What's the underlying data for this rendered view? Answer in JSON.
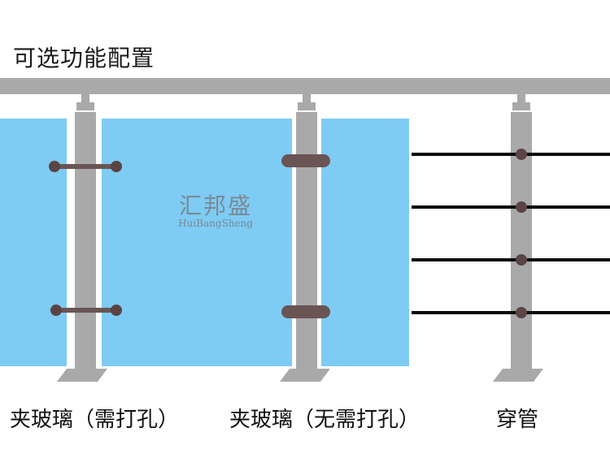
{
  "title": "可选功能配置",
  "watermark": {
    "cn": "汇邦盛",
    "en": "HuiBangSheng"
  },
  "labels": {
    "clamp_drilled": "夹玻璃（需打孔）",
    "clamp_no_drill": "夹玻璃（无需打孔）",
    "through_tube": "穿管"
  },
  "colors": {
    "rail": "#a9a9a9",
    "glass": "#7ecbf3",
    "fitting": "#6b5454",
    "wire": "#0a0a0a"
  }
}
